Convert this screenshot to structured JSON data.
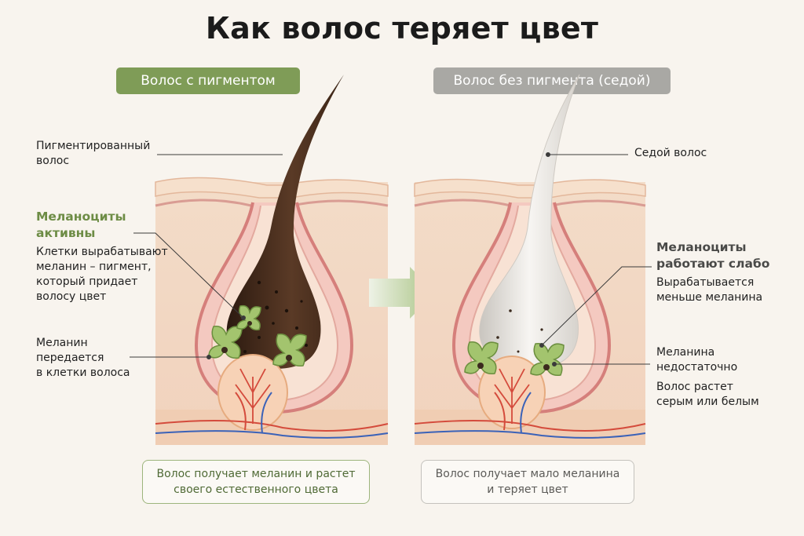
{
  "title": "Как волос теряет цвет",
  "left_panel": {
    "header": "Волос с пигментом",
    "labels": {
      "pigmented_hair": [
        "Пигментированный",
        "волос"
      ],
      "melanocytes_heading": [
        "Меланоциты",
        "активны"
      ],
      "melanocytes_text": [
        "Клетки вырабатывают",
        "меланин – пигмент,",
        "который придает",
        "волосу цвет"
      ],
      "melanin_transfer": [
        "Меланин",
        "передается",
        "в клетки волоса"
      ]
    },
    "caption": [
      "Волос получает меланин и растет",
      "своего естественного цвета"
    ]
  },
  "right_panel": {
    "header": "Волос без пигмента (седой)",
    "labels": {
      "grey_hair": "Седой волос",
      "melanocytes_heading": [
        "Меланоциты",
        "работают слабо"
      ],
      "melanocytes_text": [
        "Вырабатывается",
        "меньше меланина"
      ],
      "melanin_insufficient": [
        "Меланина",
        "недостаточно"
      ],
      "grows_grey": [
        "Волос растет",
        "серым или белым"
      ]
    },
    "caption": [
      "Волос получает мало меланина",
      "и теряет цвет"
    ]
  },
  "colors": {
    "accent_green": "#7f9c57",
    "accent_grey": "#a9a8a4",
    "pigmented_hair": "#4a2f1f",
    "grey_hair": "#e6e3de",
    "skin": "#f2cdb8",
    "melanocyte": "#9cc06b"
  }
}
